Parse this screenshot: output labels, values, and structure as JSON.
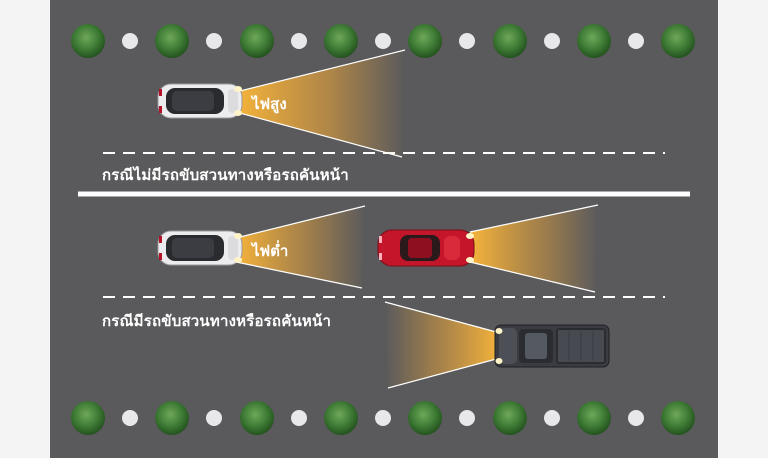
{
  "labels": {
    "high_beam": "ไฟสูง",
    "low_beam": "ไฟต่ำ",
    "caption_no_traffic": "กรณีไม่มีรถขับสวนทางหรือรถคันหน้า",
    "caption_with_traffic": "กรณีมีรถขับสวนทางหรือรถคันหน้า"
  },
  "colors": {
    "road": "#5a5a5c",
    "beam": "#f3b33d",
    "red_car": "#c4162a",
    "lane_marking": "#ffffff"
  }
}
